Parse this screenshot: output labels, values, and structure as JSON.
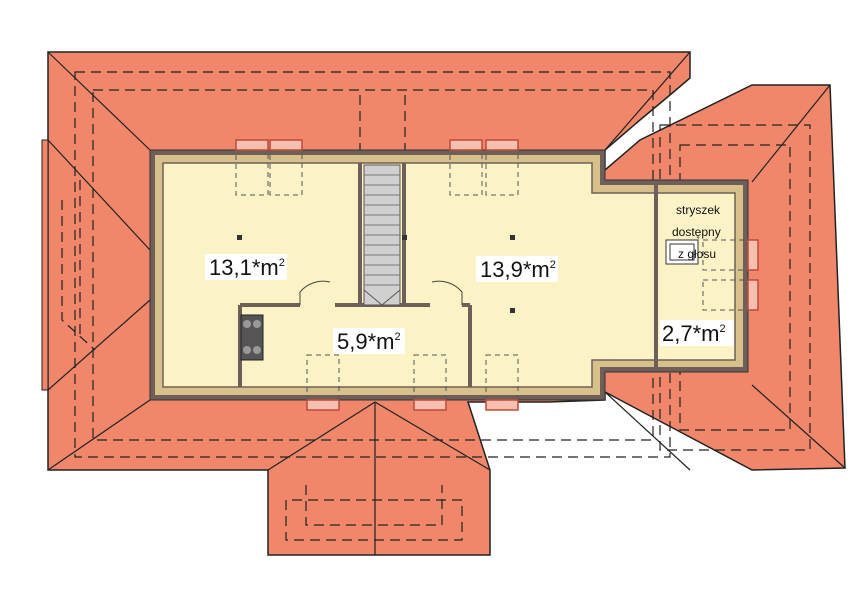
{
  "plan": {
    "colors": {
      "roof_fill": "#f0876a",
      "roof_stroke": "#222222",
      "floor_fill": "#fbf3c6",
      "wall_outer": "#6e6058",
      "wall_inner": "#d8c08a",
      "stair_fill": "#d0d0d0",
      "label_box": "#ffffff"
    },
    "rooms": [
      {
        "id": "room-west",
        "area": "13,1*m",
        "sup": "2"
      },
      {
        "id": "room-east",
        "area": "13,9*m",
        "sup": "2"
      },
      {
        "id": "room-hall",
        "area": "5,9*m",
        "sup": "2"
      },
      {
        "id": "room-small",
        "area": "2,7*m",
        "sup": "2"
      }
    ],
    "attic_note": [
      "stryszek",
      "dostępny",
      "z głosu"
    ]
  }
}
